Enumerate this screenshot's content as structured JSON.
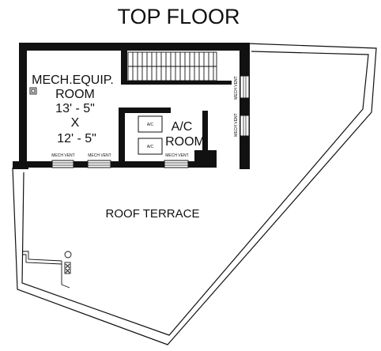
{
  "title": "TOP FLOOR",
  "rooms": {
    "mech": {
      "line1": "MECH.EQUIP.",
      "line2": "ROOM",
      "line3": "13' - 5\"",
      "line4": "X",
      "line5": "12' - 5\""
    },
    "ac": {
      "line1": "A/C",
      "line2": "ROOM",
      "unit1": "A/C",
      "unit2": "A/C"
    },
    "terrace": {
      "label": "ROOF TERRACE"
    }
  },
  "vents": {
    "bottom_left": "MECH VENT",
    "bottom_mid": "MECH VENT",
    "bottom_right": "MECH VENT",
    "side_top": "MECH VENT",
    "side_bottom": "MECH VENT"
  }
}
